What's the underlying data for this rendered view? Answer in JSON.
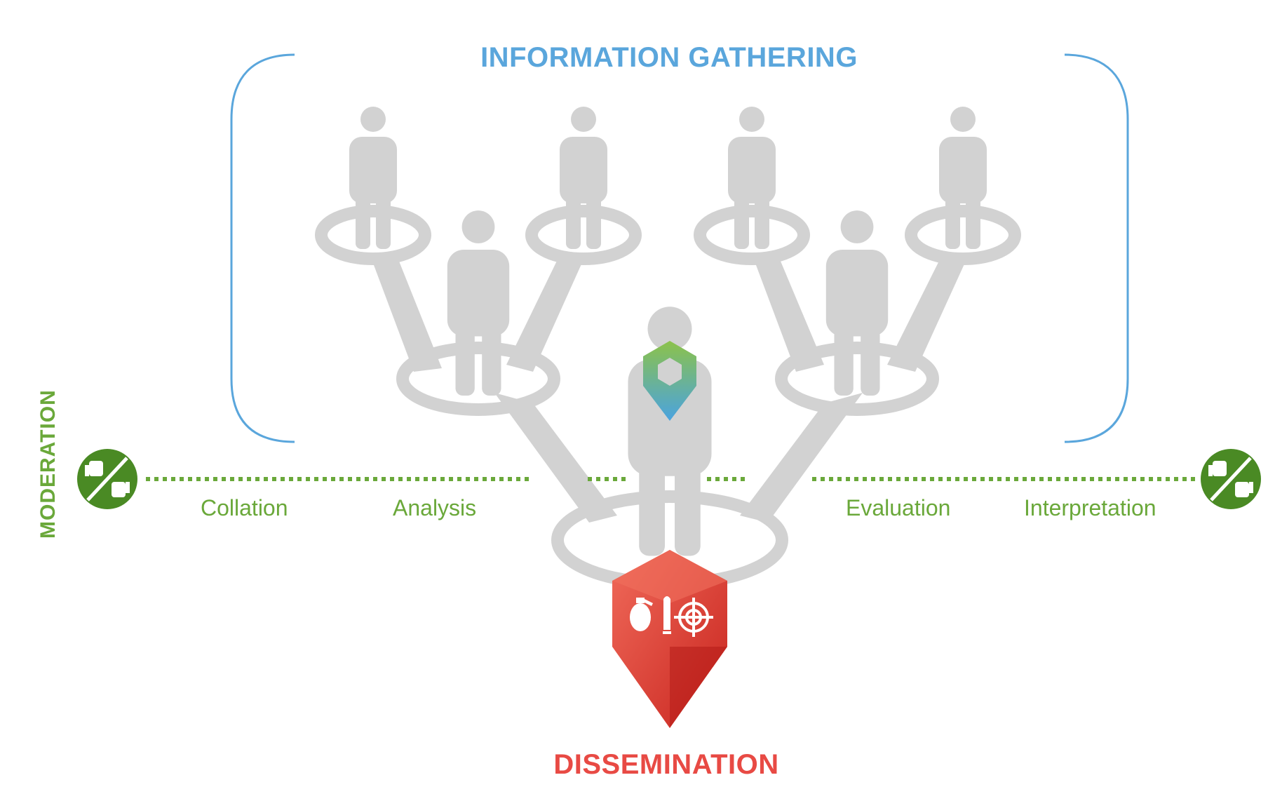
{
  "header": {
    "title": "INFORMATION GATHERING"
  },
  "footer": {
    "title": "DISSEMINATION"
  },
  "side": {
    "label": "MODERATION"
  },
  "steps": [
    "Collation",
    "Analysis",
    "Evaluation",
    "Interpretation"
  ],
  "icons": {
    "people": "person-icon",
    "center_pin": "hexagon-pin-icon",
    "dissemination_pin": "red-hexagon-pin-icon",
    "ammo": [
      "grenade-icon",
      "bullet-icon",
      "target-icon"
    ],
    "moderation": "thumbs-up-down-icon"
  },
  "colors": {
    "gather": "#5aa6dc",
    "moderation": "#6aa83a",
    "moderation_badge": "#4a8a24",
    "dissemination": "#e84a44",
    "person": "#d2d2d2",
    "pin_green": "#8cc24a",
    "pin_blue": "#5aa6dc"
  }
}
